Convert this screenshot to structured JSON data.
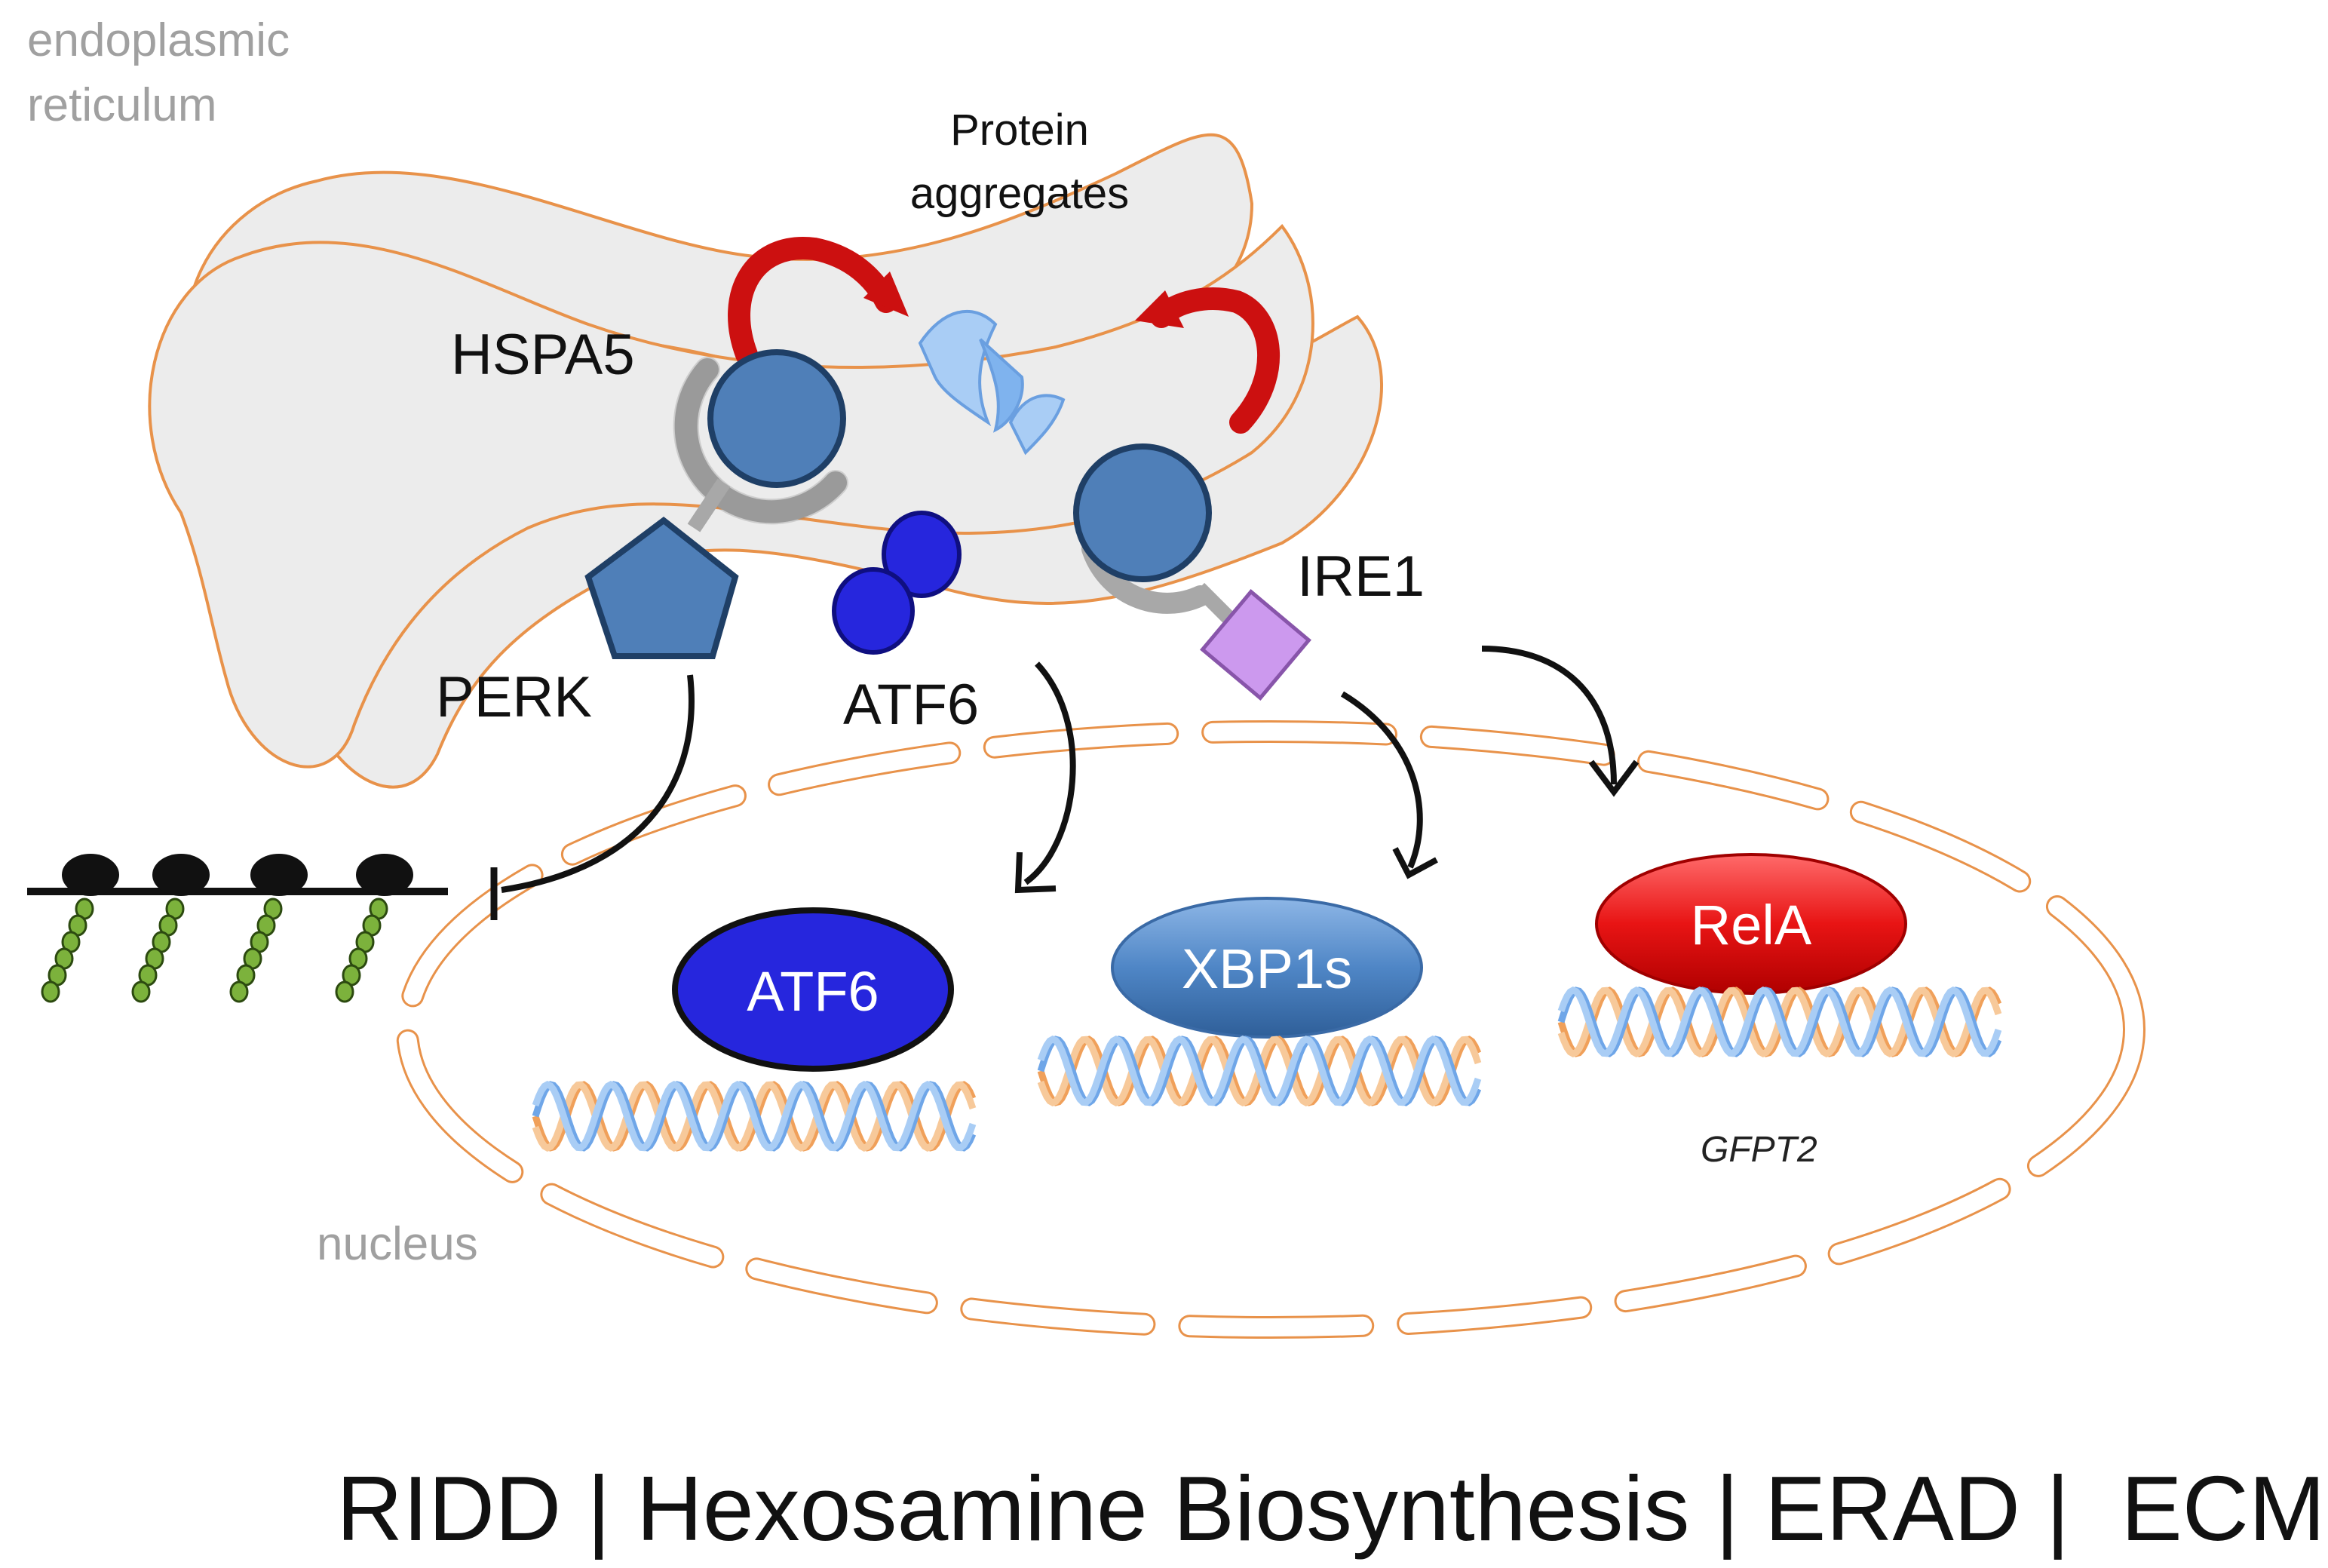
{
  "compartments": {
    "er": "endoplasmic\nreticulum",
    "er_line1": "endoplasmic",
    "er_line2": "reticulum",
    "nucleus": "nucleus"
  },
  "proteins": {
    "hspa5": "HSPA5",
    "perk": "PERK",
    "atf6_membrane": "ATF6",
    "ire1": "IRE1"
  },
  "aggregates": {
    "label_line1": "Protein",
    "label_line2": "aggregates"
  },
  "nuclear_factors": {
    "atf6": "ATF6",
    "xbp1s": "XBP1s",
    "rela": "RelA",
    "gene": "GFPT2"
  },
  "bottom_caption": "RIDD | Hexosamine Biosynthesis | ERAD |  ECM",
  "colors": {
    "er_fill": "#ececec",
    "er_outline": "#e8924a",
    "hspa5_blue": "#4f7fb8",
    "perk_blue": "#4f7fb8",
    "atf6_blue": "#2626dd",
    "ire1_purple": "#cc99ee",
    "rela_red": "#e81414",
    "arrow_red": "#cc1010",
    "dna_blue": "#6fa6e8",
    "dna_orange": "#f0a05a",
    "ribosome_green": "#7cb23c"
  }
}
